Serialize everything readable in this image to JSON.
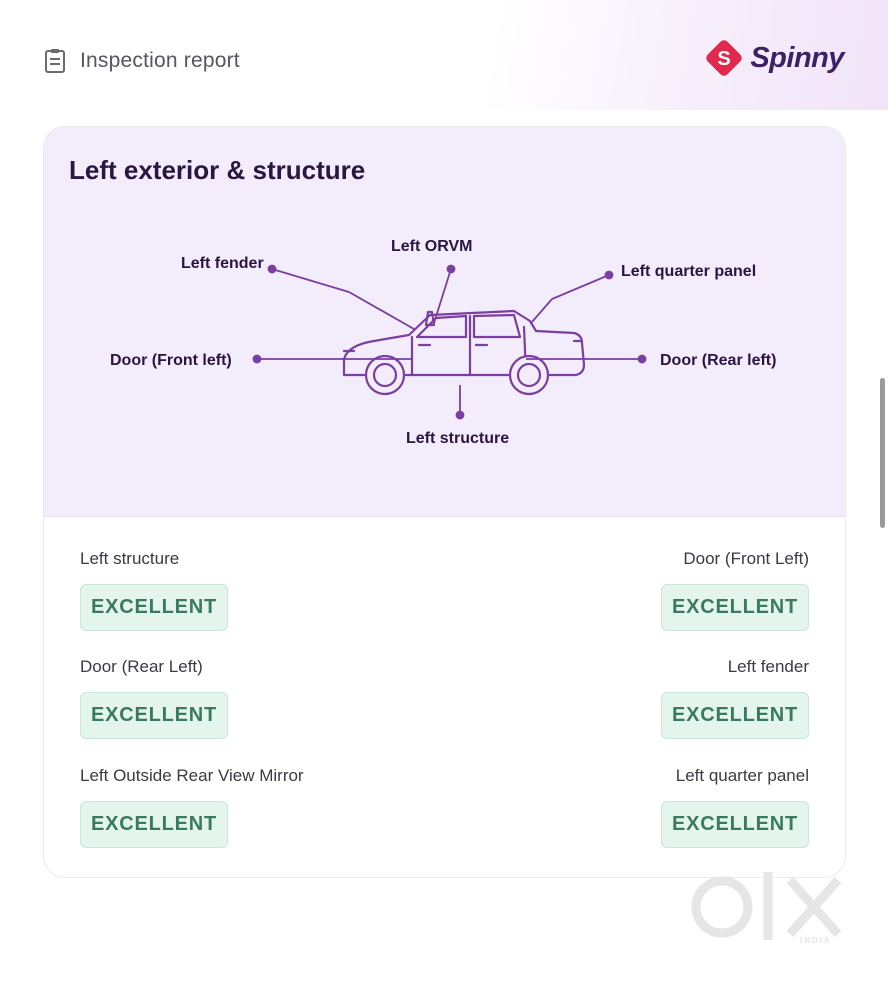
{
  "header": {
    "title": "Inspection report",
    "icon": "clipboard-icon"
  },
  "brand": {
    "name": "Spinny",
    "logo_letter": "S",
    "logo_color": "#e0294d"
  },
  "section": {
    "title": "Left exterior & structure",
    "diagram_labels": {
      "left_fender": "Left fender",
      "left_orvm": "Left ORVM",
      "left_quarter_panel": "Left quarter panel",
      "door_front_left": "Door (Front left)",
      "door_rear_left": "Door (Rear left)",
      "left_structure": "Left structure"
    }
  },
  "conditions": [
    {
      "label": "Left structure",
      "status": "EXCELLENT",
      "side": "left"
    },
    {
      "label": "Door (Front Left)",
      "status": "EXCELLENT",
      "side": "right"
    },
    {
      "label": "Door (Rear Left)",
      "status": "EXCELLENT",
      "side": "left"
    },
    {
      "label": "Left fender",
      "status": "EXCELLENT",
      "side": "right"
    },
    {
      "label": "Left Outside Rear View Mirror",
      "status": "EXCELLENT",
      "side": "left"
    },
    {
      "label": "Left quarter panel",
      "status": "EXCELLENT",
      "side": "right"
    }
  ],
  "colors": {
    "accent_purple": "#7a3fa0",
    "badge_green_text": "#3a7a5e",
    "badge_green_bg": "#e4f5ee"
  },
  "watermark": {
    "text": "OLX",
    "sub": "INDIA"
  }
}
